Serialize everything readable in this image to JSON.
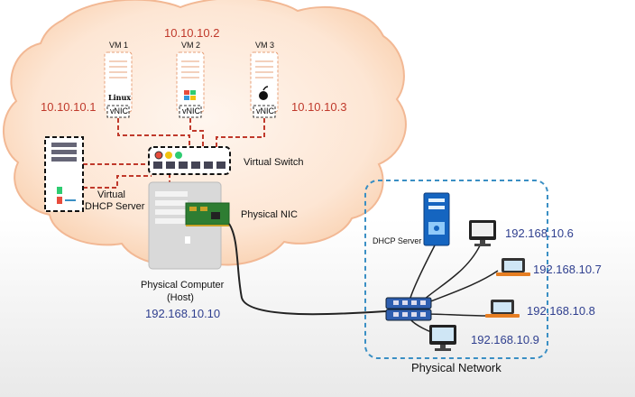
{
  "vms": [
    {
      "name": "VM 1",
      "ip": "10.10.10.1",
      "os_label": "Linux",
      "nic_label": "vNIC"
    },
    {
      "name": "VM 2",
      "ip": "10.10.10.2",
      "os_label": "",
      "nic_label": "vNIC"
    },
    {
      "name": "VM 3",
      "ip": "10.10.10.3",
      "os_label": "",
      "nic_label": "vNIC"
    }
  ],
  "virtual_switch_label": "Virtual Switch",
  "virtual_dhcp_label_1": "Virtual",
  "virtual_dhcp_label_2": "DHCP Server",
  "physical_nic_label": "Physical NIC",
  "host_label_1": "Physical Computer",
  "host_label_2": "(Host)",
  "host_ip": "192.168.10.10",
  "dhcp_server_label": "DHCP Server",
  "physical_network_label": "Physical Network",
  "network_ips": [
    "192.168.10.6",
    "192.168.10.7",
    "192.168.10.8",
    "192.168.10.9"
  ],
  "colors": {
    "cloud_fill": "#fde3cf",
    "cloud_stroke": "#f0b48a",
    "red_dash": "#c0392b",
    "network_border": "#3a8fc4",
    "blue_text": "#2f3f8f"
  }
}
